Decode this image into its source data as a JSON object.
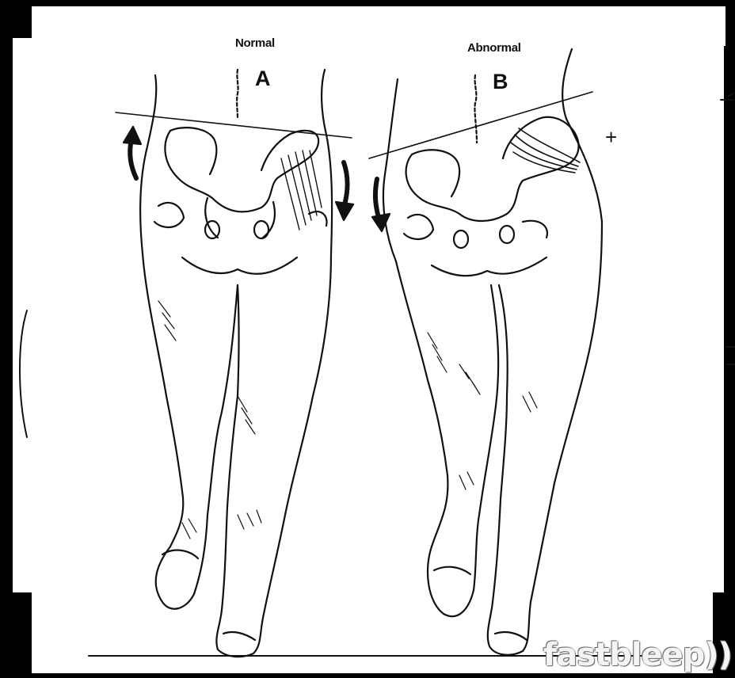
{
  "figure": {
    "panel_a": {
      "title": "Normal",
      "letter": "A"
    },
    "panel_b": {
      "title": "Abnormal",
      "letter": "B",
      "marker": "+"
    },
    "watermark": "fastbleep))"
  },
  "colors": {
    "background": "#ffffff",
    "frame": "#000000",
    "ink": "#111111"
  }
}
